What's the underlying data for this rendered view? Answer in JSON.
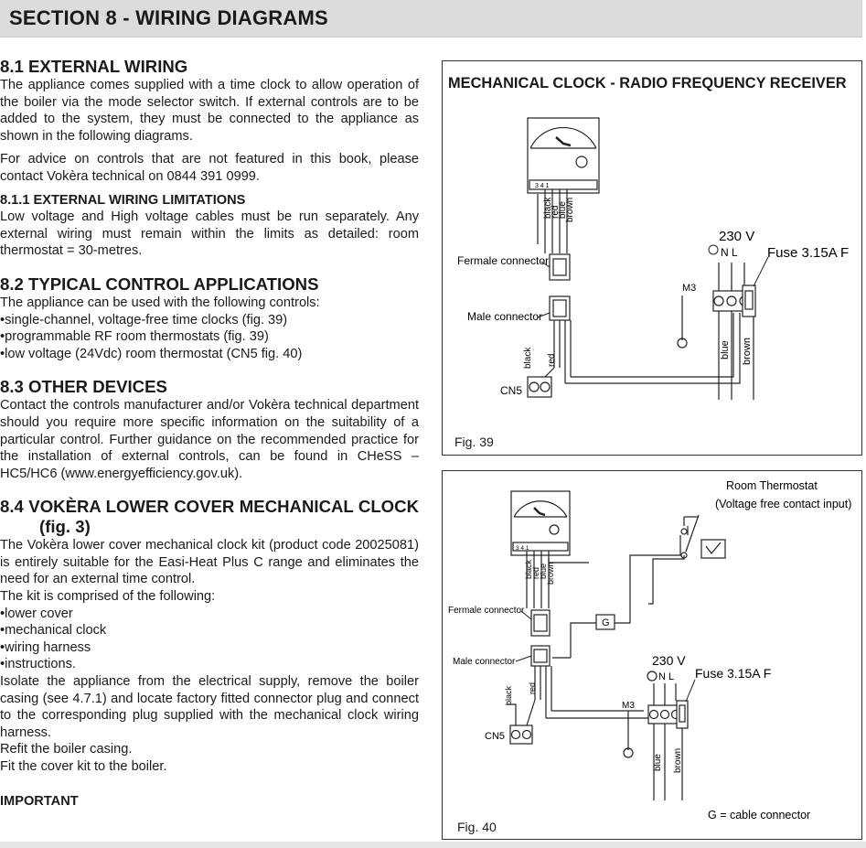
{
  "header": {
    "title": "SECTION 8 - WIRING DIAGRAMS"
  },
  "s81": {
    "heading": "8.1  EXTERNAL WIRING",
    "p1": "The appliance comes supplied with a time clock to allow operation of the boiler via the mode selector switch. If external controls are to be added to the system, they must be connected to the appliance as shown in the following diagrams.",
    "p2": "For advice on controls that are not featured in this book, please contact Vokèra technical on 0844 391 0999.",
    "sub_heading": "8.1.1  EXTERNAL WIRING LIMITATIONS",
    "p3": "Low voltage and High voltage cables must be run separately. Any external wiring must remain within the limits as detailed: room thermostat = 30-metres."
  },
  "s82": {
    "heading": "8.2  TYPICAL CONTROL APPLICATIONS",
    "intro": "The appliance can be used with the following controls:",
    "items": [
      "single-channel, voltage-free time clocks (fig. 39)",
      "programmable RF room thermostats (fig. 39)",
      "low voltage (24Vdc) room thermostat (CN5 fig. 40)"
    ]
  },
  "s83": {
    "heading": "8.3  OTHER DEVICES",
    "body": "Contact the controls manufacturer and/or Vokèra technical department should you require more specific information on the suitability of a particular control. Further guidance on the recommended practice for the installation of external controls, can be found in CHeSS – HC5/HC6 (www.energyefficiency.gov.uk)."
  },
  "s84": {
    "heading": "8.4  VOKÈRA LOWER COVER MECHANICAL CLOCK (fig. 3)",
    "p1": "The Vokèra lower cover mechanical clock kit (product code 20025081) is entirely suitable for the Easi-Heat Plus C range and eliminates the need for an external time control.",
    "p2": "The kit is comprised of the following:",
    "items": [
      "lower cover",
      "mechanical clock",
      "wiring harness",
      "instructions."
    ],
    "p3": "Isolate the appliance from the electrical supply, remove the boiler casing (see 4.7.1) and locate factory fitted connector plug and connect to the corresponding plug supplied with the mechanical clock wiring harness.",
    "p4": "Refit the boiler casing.",
    "p5": "Fit the cover kit to the boiler.",
    "important": "IMPORTANT"
  },
  "fig39": {
    "title": "MECHANICAL CLOCK - RADIO FREQUENCY RECEIVER",
    "caption": "Fig. 39",
    "female_connector": "Fermale connector",
    "male_connector": "Male connector",
    "voltage": "230 V",
    "nl": "N  L",
    "fuse": "Fuse 3.15A F",
    "m3": "M3",
    "cn5": "CN5",
    "wires_top": [
      "black",
      "red",
      "blue",
      "brown"
    ],
    "wires_bottom": [
      "black",
      "red"
    ],
    "wire_blue": "blue",
    "wire_brown": "brown",
    "terminals": "3  4  1"
  },
  "fig40": {
    "caption": "Fig. 40",
    "room_thermostat": "Room Thermostat",
    "contact_note": "(Voltage free contact input)",
    "female_connector": "Fermale connector",
    "male_connector": "Male connector",
    "g": "G",
    "voltage": "230 V",
    "nl": "N  L",
    "fuse": "Fuse 3.15A F",
    "m3": "M3",
    "cn5": "CN5",
    "wires_top": [
      "black",
      "red",
      "blue",
      "brown"
    ],
    "wires_bottom": [
      "black",
      "red"
    ],
    "wire_blue": "blue",
    "wire_brown": "brown",
    "terminals": "3  4  1",
    "g_note": "G = cable connector"
  }
}
